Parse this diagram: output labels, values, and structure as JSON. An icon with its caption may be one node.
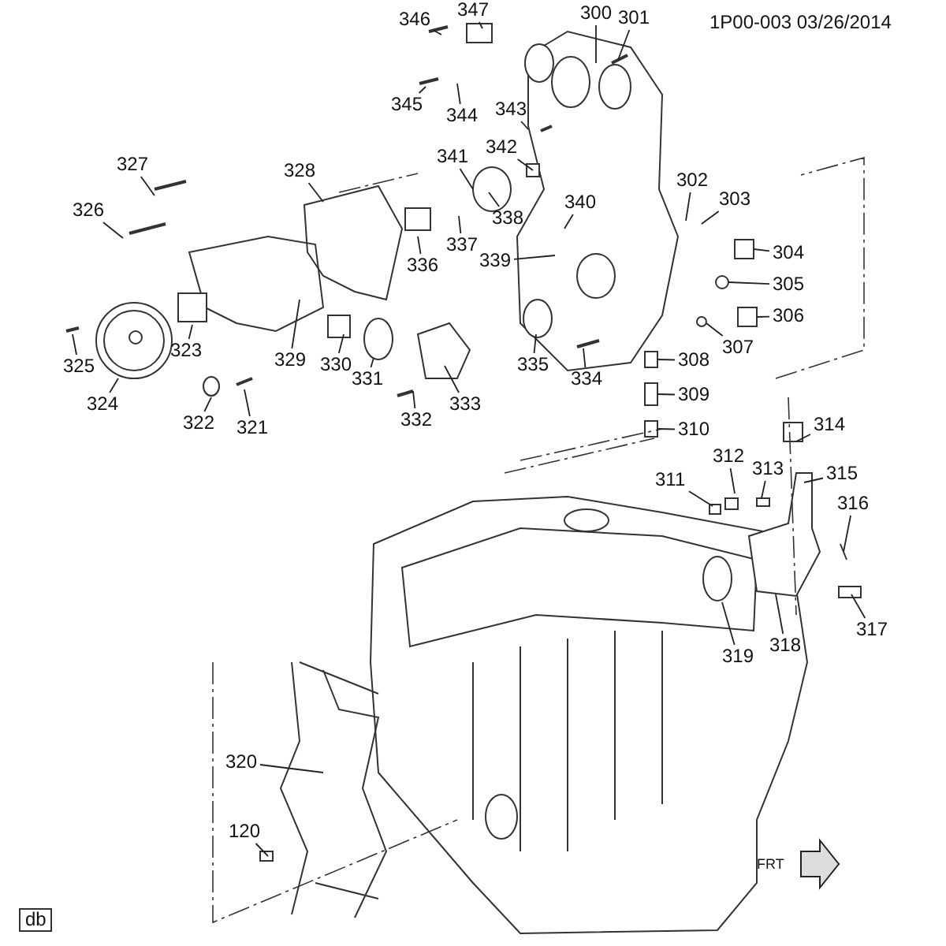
{
  "diagram": {
    "nodes": [
      {
        "text": [
          "346"
        ]
      },
      {
        "text": [
          "347"
        ]
      },
      {
        "text": [
          "300"
        ]
      },
      {
        "text": [
          "301"
        ]
      },
      {
        "text": [
          "345"
        ]
      },
      {
        "text": [
          "344"
        ]
      },
      {
        "text": [
          "343"
        ]
      },
      {
        "text": [
          "342"
        ]
      },
      {
        "text": [
          "341"
        ]
      },
      {
        "text": [
          "327"
        ]
      },
      {
        "text": [
          "328"
        ]
      },
      {
        "text": [
          "302"
        ]
      },
      {
        "text": [
          "340"
        ]
      },
      {
        "text": [
          "303"
        ]
      },
      {
        "text": [
          "326"
        ]
      },
      {
        "text": [
          "338"
        ]
      },
      {
        "text": [
          "337"
        ]
      },
      {
        "text": [
          "339"
        ]
      },
      {
        "text": [
          "336"
        ]
      },
      {
        "text": [
          "304"
        ]
      },
      {
        "text": [
          "305"
        ]
      },
      {
        "text": [
          "306"
        ]
      },
      {
        "text": [
          "325"
        ]
      },
      {
        "text": [
          "323"
        ]
      },
      {
        "text": [
          "329"
        ]
      },
      {
        "text": [
          "330"
        ]
      },
      {
        "text": [
          "331"
        ]
      },
      {
        "text": [
          "307"
        ]
      },
      {
        "text": [
          "335"
        ]
      },
      {
        "text": [
          "334"
        ]
      },
      {
        "text": [
          "324"
        ]
      },
      {
        "text": [
          "333"
        ]
      },
      {
        "text": [
          "308"
        ]
      },
      {
        "text": [
          "322"
        ]
      },
      {
        "text": [
          "321"
        ]
      },
      {
        "text": [
          "332"
        ]
      },
      {
        "text": [
          "309"
        ]
      },
      {
        "text": [
          "310"
        ]
      },
      {
        "text": [
          "314"
        ]
      },
      {
        "text": [
          "312"
        ]
      },
      {
        "text": [
          "315"
        ]
      },
      {
        "text": [
          "313"
        ]
      },
      {
        "text": [
          "311"
        ]
      },
      {
        "text": [
          "316"
        ]
      },
      {
        "text": [
          "317"
        ]
      },
      {
        "text": [
          "319"
        ]
      },
      {
        "text": [
          "318"
        ]
      },
      {
        "text": [
          "320"
        ]
      },
      {
        "text": [
          "120"
        ]
      }
    ],
    "edges": [
      {
        "from": 0,
        "to": null,
        "arrow": "none"
      },
      {
        "from": 1,
        "to": null,
        "arrow": "none"
      },
      {
        "from": 2,
        "to": null,
        "arrow": "none"
      },
      {
        "from": 3,
        "to": null,
        "arrow": "none"
      },
      {
        "from": 4,
        "to": null,
        "arrow": "none"
      },
      {
        "from": 5,
        "to": null,
        "arrow": "none"
      },
      {
        "from": 6,
        "to": null,
        "arrow": "none"
      },
      {
        "from": 7,
        "to": null,
        "arrow": "none"
      },
      {
        "from": 8,
        "to": null,
        "arrow": "none"
      },
      {
        "from": 9,
        "to": null,
        "arrow": "none"
      },
      {
        "from": 10,
        "to": null,
        "arrow": "none"
      },
      {
        "from": 11,
        "to": null,
        "arrow": "none"
      },
      {
        "from": 12,
        "to": null,
        "arrow": "none"
      },
      {
        "from": 13,
        "to": null,
        "arrow": "none"
      },
      {
        "from": 14,
        "to": null,
        "arrow": "none"
      },
      {
        "from": 15,
        "to": null,
        "arrow": "none"
      },
      {
        "from": 16,
        "to": null,
        "arrow": "none"
      },
      {
        "from": 17,
        "to": null,
        "arrow": "none"
      },
      {
        "from": 18,
        "to": null,
        "arrow": "none"
      },
      {
        "from": 19,
        "to": null,
        "arrow": "none"
      },
      {
        "from": 20,
        "to": null,
        "arrow": "none"
      },
      {
        "from": 21,
        "to": null,
        "arrow": "none"
      },
      {
        "from": 22,
        "to": null,
        "arrow": "none"
      },
      {
        "from": 23,
        "to": null,
        "arrow": "none"
      },
      {
        "from": 24,
        "to": null,
        "arrow": "none"
      },
      {
        "from": 25,
        "to": null,
        "arrow": "none"
      },
      {
        "from": 26,
        "to": null,
        "arrow": "none"
      },
      {
        "from": 27,
        "to": null,
        "arrow": "none"
      },
      {
        "from": 28,
        "to": null,
        "arrow": "none"
      },
      {
        "from": 29,
        "to": null,
        "arrow": "none"
      },
      {
        "from": 30,
        "to": null,
        "arrow": "none"
      },
      {
        "from": 31,
        "to": null,
        "arrow": "none"
      },
      {
        "from": 32,
        "to": null,
        "arrow": "none"
      },
      {
        "from": 33,
        "to": null,
        "arrow": "none"
      },
      {
        "from": 34,
        "to": null,
        "arrow": "none"
      },
      {
        "from": 35,
        "to": null,
        "arrow": "none"
      },
      {
        "from": 36,
        "to": null,
        "arrow": "none"
      },
      {
        "from": 37,
        "to": null,
        "arrow": "none"
      },
      {
        "from": 38,
        "to": null,
        "arrow": "none"
      },
      {
        "from": 39,
        "to": null,
        "arrow": "none"
      },
      {
        "from": 40,
        "to": null,
        "arrow": "none"
      },
      {
        "from": 41,
        "to": null,
        "arrow": "none"
      },
      {
        "from": 42,
        "to": null,
        "arrow": "none"
      },
      {
        "from": 43,
        "to": null,
        "arrow": "none"
      },
      {
        "from": 44,
        "to": null,
        "arrow": "none"
      },
      {
        "from": 45,
        "to": null,
        "arrow": "none"
      },
      {
        "from": 46,
        "to": null,
        "arrow": "none"
      },
      {
        "from": 47,
        "to": null,
        "arrow": "none"
      },
      {
        "from": 48,
        "to": null,
        "arrow": "none"
      }
    ],
    "labels": [
      "1P00-003 03/26/2014",
      "FRT",
      "db"
    ]
  }
}
